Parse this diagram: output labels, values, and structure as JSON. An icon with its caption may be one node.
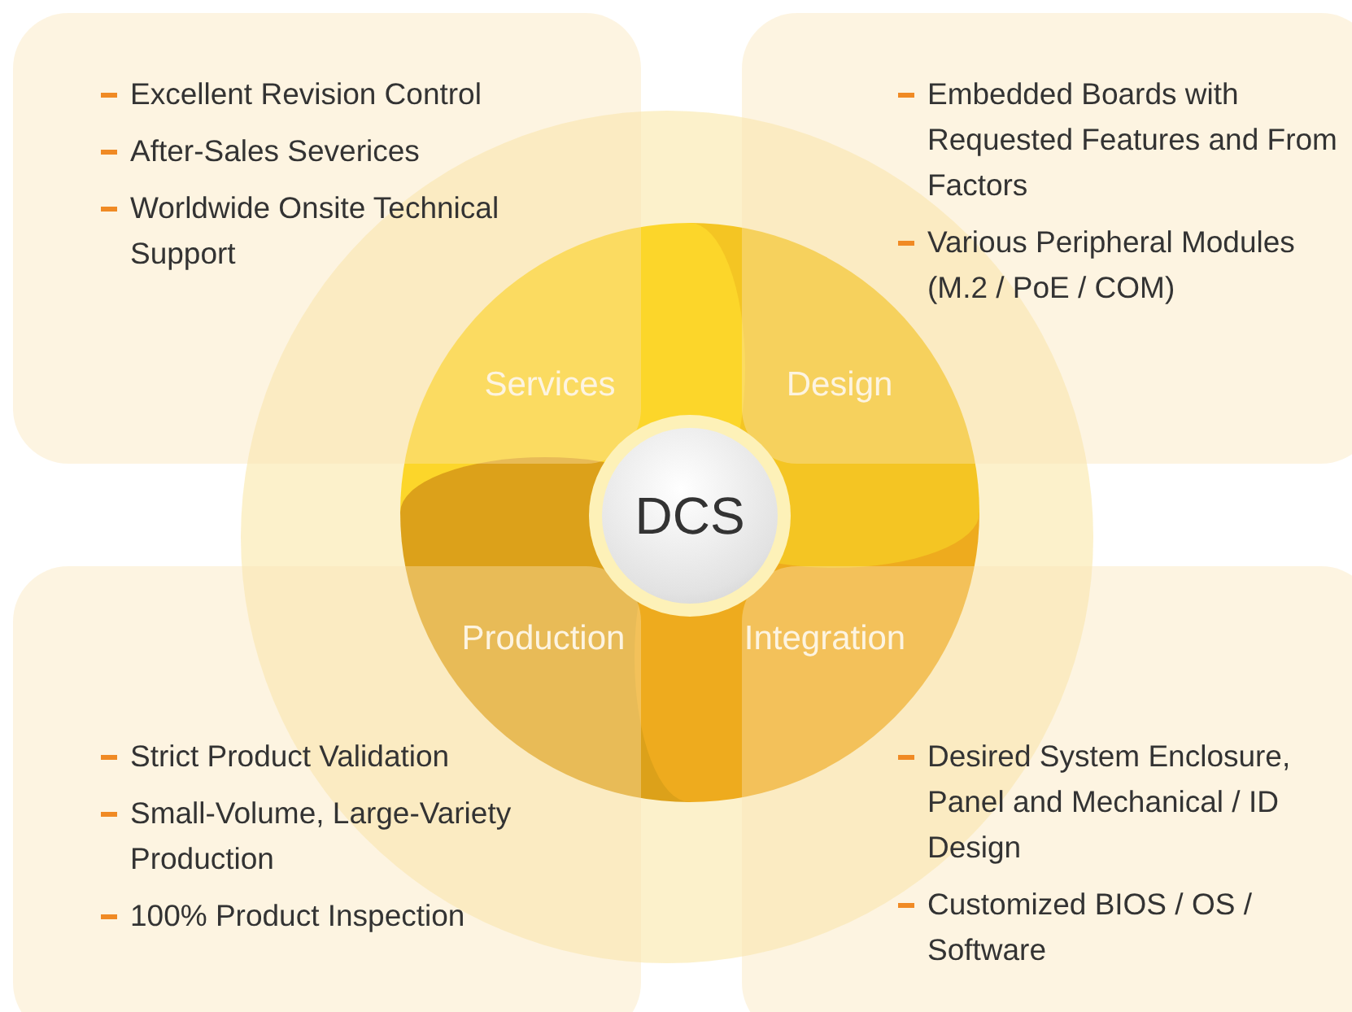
{
  "diagram": {
    "nodes": [
      {
        "text": [
          "Excellent Revision Control",
          "After-Sales Severices",
          "Worldwide Onsite Technical Support"
        ]
      },
      {
        "text": [
          "Embedded Boards with Requested Features and From Factors",
          "Various Peripheral Modules (M.2 / PoE / COM)"
        ]
      },
      {
        "text": [
          "Strict Product Validation",
          "Small-Volume, Large-Variety Production",
          "100% Product Inspection"
        ]
      },
      {
        "text": [
          "Desired System Enclosure, Panel and Mechanical / ID Design",
          "Customized BIOS / OS / Software"
        ]
      },
      {
        "text": [
          "Services"
        ]
      },
      {
        "text": [
          "Design"
        ]
      },
      {
        "text": [
          "Production"
        ]
      },
      {
        "text": [
          "Integration"
        ]
      },
      {
        "text": [
          "DCS"
        ]
      }
    ]
  }
}
